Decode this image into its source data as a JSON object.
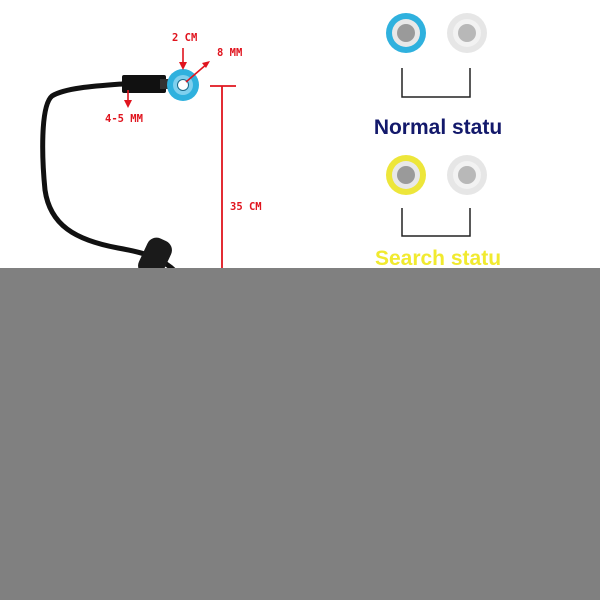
{
  "dimensions": {
    "diameter_label": "2 CM",
    "hole_label": "8 MM",
    "plug_label": "4-5 MM",
    "length_label": "35 CM"
  },
  "status": {
    "normal_label": "Normal statu",
    "search_label": "Search statu"
  },
  "colors": {
    "dimension_red": "#e0141e",
    "normal_text": "#13196b",
    "search_text": "#f1ea2f",
    "ring_blue": "#2fb1de",
    "ring_yellow": "#ede63a",
    "ring_gray": "#dcdcdc",
    "inner_gray": "#9a9a9a",
    "cable": "#111111",
    "overlay_gray": "#808080"
  }
}
